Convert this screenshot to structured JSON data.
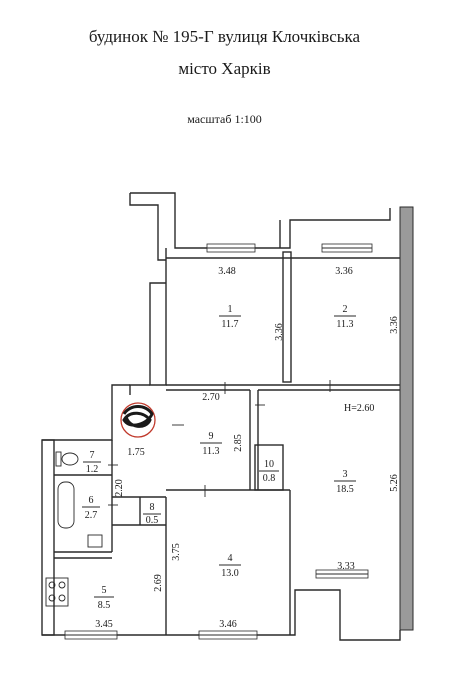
{
  "header": {
    "title_line1": "будинок № 195-Г вулиця Клочківська",
    "title_line2": "місто Харків",
    "scale_text": "масштаб 1:100"
  },
  "ceiling_height": "H=2.60",
  "rooms": [
    {
      "number": "1",
      "area": "11.7"
    },
    {
      "number": "2",
      "area": "11.3"
    },
    {
      "number": "3",
      "area": "18.5"
    },
    {
      "number": "4",
      "area": "13.0"
    },
    {
      "number": "5",
      "area": "8.5"
    },
    {
      "number": "6",
      "area": "2.7"
    },
    {
      "number": "7",
      "area": "1.2"
    },
    {
      "number": "8",
      "area": "0.5"
    },
    {
      "number": "9",
      "area": "11.3"
    },
    {
      "number": "10",
      "area": "0.8"
    }
  ],
  "dimensions": {
    "room1_width": "3.48",
    "room1_depth": "3.36",
    "room2_width": "3.36",
    "room2_depth": "3.36",
    "hall_width": "2.70",
    "hall_depth": "2.85",
    "hall_left": "1.75",
    "bath_depth": "2.20",
    "room3_depth": "5.26",
    "room3_width": "3.33",
    "room4_depth": "3.75",
    "room4_width": "3.46",
    "kitchen_depth": "2.69",
    "kitchen_width": "3.45"
  },
  "colors": {
    "line": "#2a2a2a",
    "wall_fill": "#9a9a9a",
    "stamp": "#c0392b"
  }
}
